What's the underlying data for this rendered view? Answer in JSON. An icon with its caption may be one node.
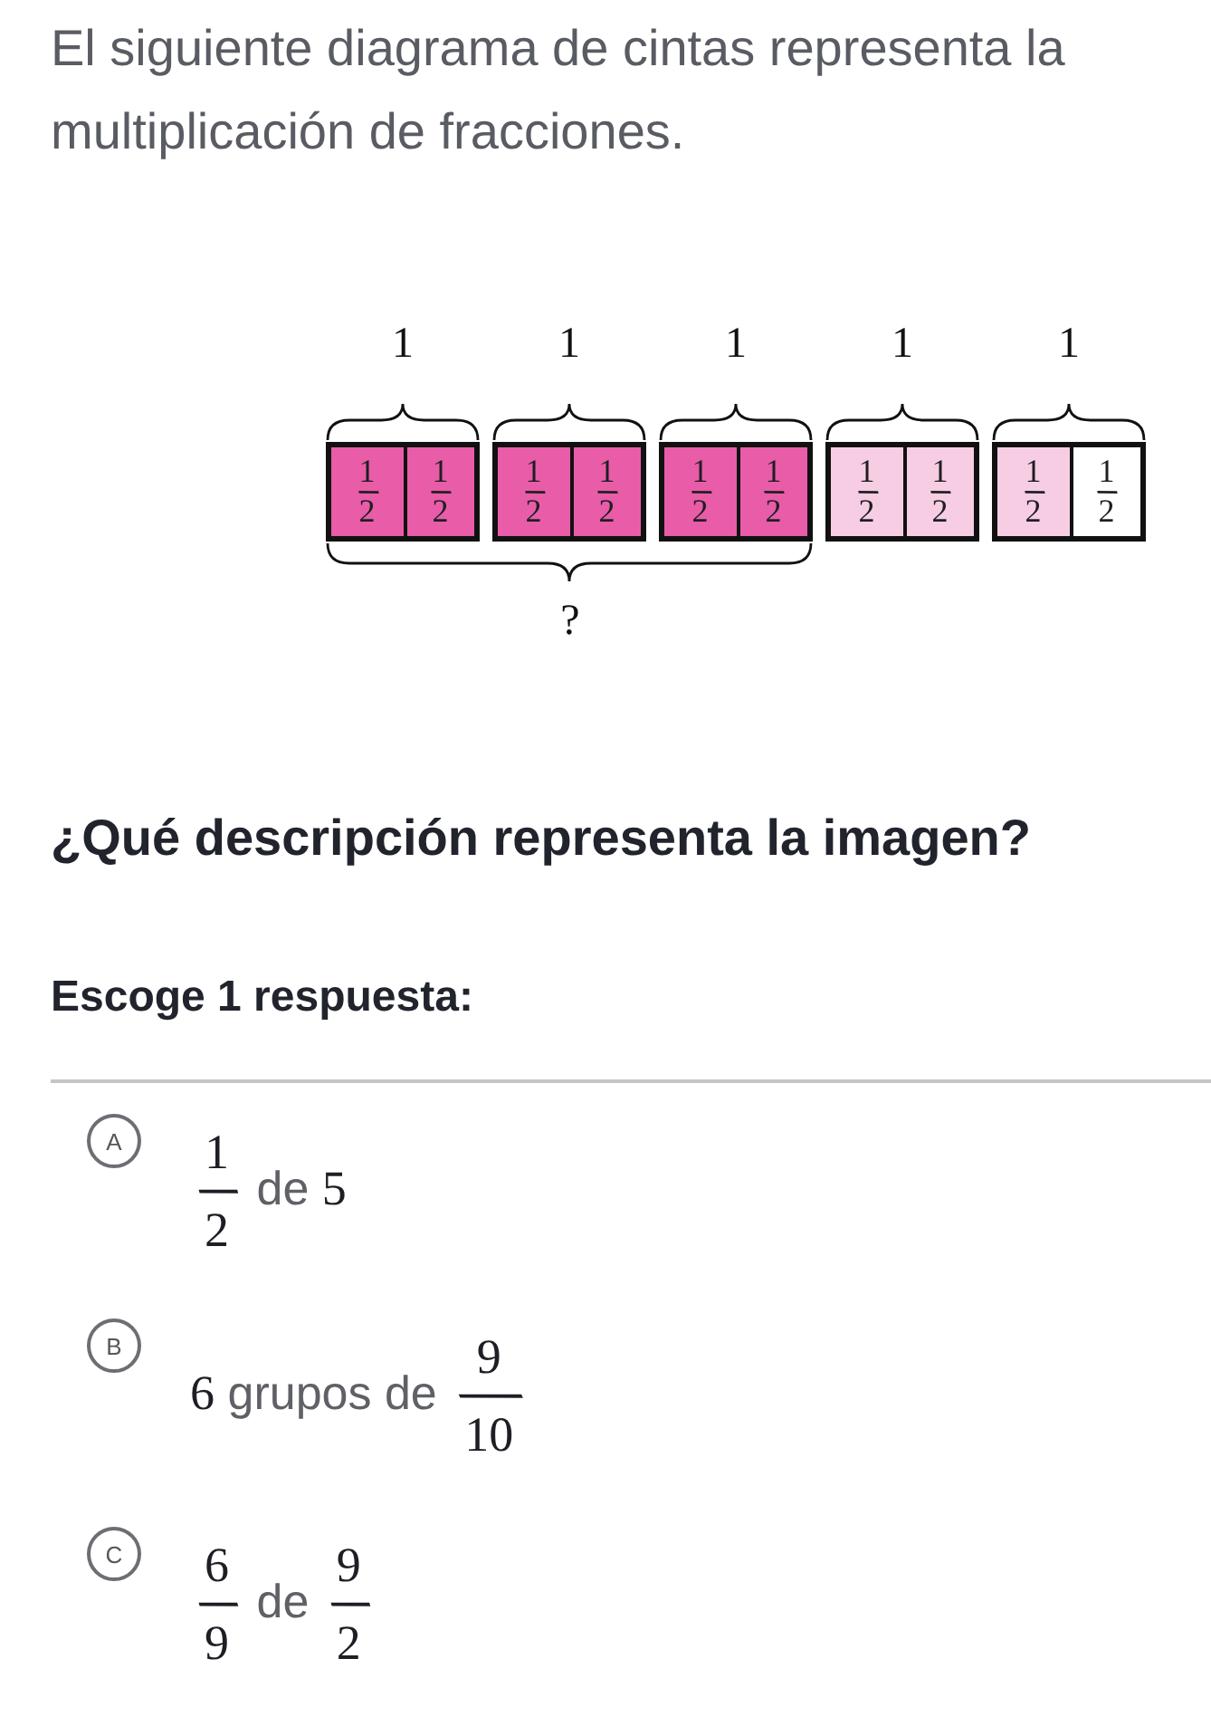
{
  "diagram": {
    "nodes": [
      {
        "text": [],
        "shape": "box",
        "beside": [
          "1"
        ]
      },
      {
        "text": [
          "1/2"
        ],
        "in": 0
      },
      {
        "text": [
          "1/2"
        ],
        "in": 0
      },
      {
        "text": [],
        "shape": "box",
        "beside": [
          "1"
        ]
      },
      {
        "text": [
          "1/2"
        ],
        "in": 3
      },
      {
        "text": [
          "1/2"
        ],
        "in": 3
      },
      {
        "text": [],
        "shape": "box",
        "beside": [
          "1"
        ]
      },
      {
        "text": [
          "1/2"
        ],
        "in": 6
      },
      {
        "text": [
          "1/2"
        ],
        "in": 6
      },
      {
        "text": [],
        "shape": "box",
        "beside": [
          "1"
        ]
      },
      {
        "text": [
          "1/2"
        ],
        "in": 9
      },
      {
        "text": [
          "1/2"
        ],
        "in": 9
      },
      {
        "text": [],
        "shape": "box",
        "beside": [
          "1"
        ]
      },
      {
        "text": [
          "1/2"
        ],
        "in": 12
      },
      {
        "text": [
          "1/2"
        ],
        "in": 12
      },
      {
        "text": [
          "A"
        ],
        "beside": [
          "1/2 de 5"
        ]
      },
      {
        "text": [
          "B"
        ],
        "beside": [
          "6 grupos de 9/10"
        ]
      },
      {
        "text": [
          "C"
        ],
        "beside": [
          "6/9 de 9/2"
        ]
      }
    ],
    "labels": [
      "El siguiente diagrama de cintas representa la multiplicación de fracciones.",
      "?",
      "¿Qué descripción representa la imagen?",
      "Escoge 1 respuesta:"
    ]
  }
}
